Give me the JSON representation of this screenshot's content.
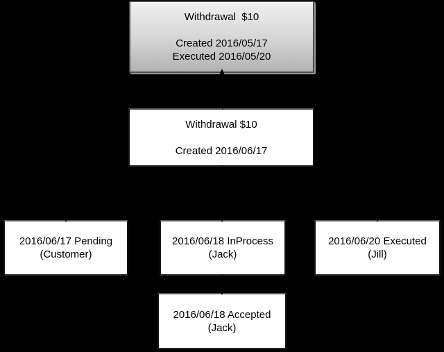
{
  "diagram": {
    "description": "Event-sourcing style flowchart of a withdrawal with status history",
    "background_color": "#000000",
    "colors": {
      "node_fill": "#ffffff",
      "node_border": "#1a1a1a",
      "snapshot_gradient_top": "#f0f0f0",
      "snapshot_gradient_bottom": "#b3b3b3",
      "snapshot_shadow": "#9a9a9a",
      "connector": "#000000",
      "text": "#000000"
    },
    "nodes": {
      "snapshot": {
        "text": "Withdrawal  $10\n\nCreated 2016/05/17\nExecuted 2016/05/20"
      },
      "current": {
        "text": "Withdrawal $10\n\nCreated 2016/06/17"
      },
      "pending": {
        "text": "2016/06/17 Pending\n(Customer)"
      },
      "inprocess": {
        "text": "2016/06/18 InProcess\n(Jack)"
      },
      "executed": {
        "text": "2016/06/20 Executed\n(Jill)"
      },
      "accepted": {
        "text": "2016/06/18 Accepted\n(Jack)"
      }
    }
  }
}
